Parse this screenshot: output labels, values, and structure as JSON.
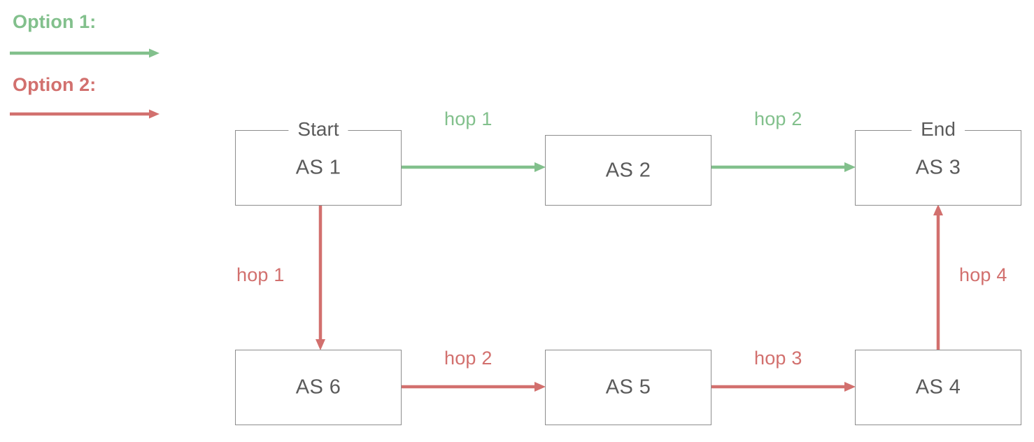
{
  "legend": {
    "items": [
      {
        "label": "Option 1:",
        "color": "#82c08c",
        "arrow_icon": "arrow-right-icon"
      },
      {
        "label": "Option 2:",
        "color": "#d2706e",
        "arrow_icon": "arrow-right-icon"
      }
    ]
  },
  "nodes": {
    "as1": {
      "name": "AS 1",
      "caption": "Start"
    },
    "as2": {
      "name": "AS 2",
      "caption": ""
    },
    "as3": {
      "name": "AS 3",
      "caption": "End"
    },
    "as4": {
      "name": "AS 4",
      "caption": ""
    },
    "as5": {
      "name": "AS 5",
      "caption": ""
    },
    "as6": {
      "name": "AS 6",
      "caption": ""
    }
  },
  "edges": {
    "option1": [
      {
        "label": "hop 1",
        "from": "AS 1",
        "to": "AS 2",
        "direction": "right",
        "color": "#82c08c"
      },
      {
        "label": "hop 2",
        "from": "AS 2",
        "to": "AS 3",
        "direction": "right",
        "color": "#82c08c"
      }
    ],
    "option2": [
      {
        "label": "hop 1",
        "from": "AS 1",
        "to": "AS 6",
        "direction": "down",
        "color": "#d2706e"
      },
      {
        "label": "hop 2",
        "from": "AS 6",
        "to": "AS 5",
        "direction": "right",
        "color": "#d2706e"
      },
      {
        "label": "hop 3",
        "from": "AS 5",
        "to": "AS 4",
        "direction": "right",
        "color": "#d2706e"
      },
      {
        "label": "hop 4",
        "from": "AS 4",
        "to": "AS 3",
        "direction": "up",
        "color": "#d2706e"
      }
    ]
  },
  "colors": {
    "green": "#82c08c",
    "red": "#d2706e",
    "box_border": "#8d8d8d",
    "box_text": "#5b5b5b",
    "background": "#ffffff"
  }
}
